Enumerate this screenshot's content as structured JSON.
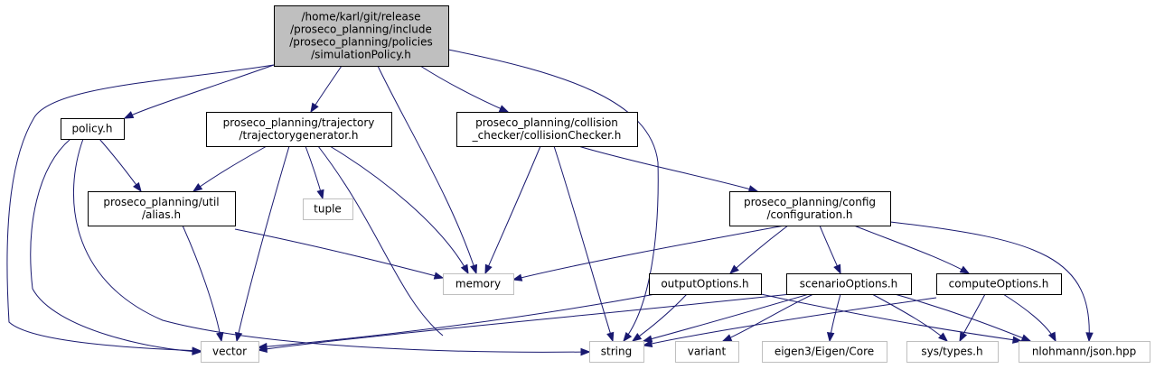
{
  "diagram": {
    "type": "include-dependency-graph",
    "colors": {
      "edge": "#191970",
      "root_fill": "#bfbfbf",
      "root_stroke": "#000000",
      "documented_stroke": "#000000",
      "external_stroke": "#bfbfbf",
      "node_fill": "#ffffff",
      "text": "#000000"
    },
    "nodes": [
      {
        "id": "root",
        "kind": "root",
        "lines": [
          "/home/karl/git/release",
          "/proseco_planning/include",
          "/proseco_planning/policies",
          "/simulationPolicy.h"
        ]
      },
      {
        "id": "policy",
        "kind": "documented",
        "lines": [
          "policy.h"
        ]
      },
      {
        "id": "trajgen",
        "kind": "documented",
        "lines": [
          "proseco_planning/trajectory",
          "/trajectorygenerator.h"
        ]
      },
      {
        "id": "collision",
        "kind": "documented",
        "lines": [
          "proseco_planning/collision",
          "_checker/collisionChecker.h"
        ]
      },
      {
        "id": "alias",
        "kind": "documented",
        "lines": [
          "proseco_planning/util",
          "/alias.h"
        ]
      },
      {
        "id": "tuple",
        "kind": "external",
        "lines": [
          "tuple"
        ]
      },
      {
        "id": "config",
        "kind": "documented",
        "lines": [
          "proseco_planning/config",
          "/configuration.h"
        ]
      },
      {
        "id": "memory",
        "kind": "external",
        "lines": [
          "memory"
        ]
      },
      {
        "id": "output",
        "kind": "documented",
        "lines": [
          "outputOptions.h"
        ]
      },
      {
        "id": "scenario",
        "kind": "documented",
        "lines": [
          "scenarioOptions.h"
        ]
      },
      {
        "id": "compute",
        "kind": "documented",
        "lines": [
          "computeOptions.h"
        ]
      },
      {
        "id": "vector",
        "kind": "external",
        "lines": [
          "vector"
        ]
      },
      {
        "id": "string",
        "kind": "external",
        "lines": [
          "string"
        ]
      },
      {
        "id": "variant",
        "kind": "external",
        "lines": [
          "variant"
        ]
      },
      {
        "id": "eigen",
        "kind": "external",
        "lines": [
          "eigen3/Eigen/Core"
        ]
      },
      {
        "id": "systypes",
        "kind": "external",
        "lines": [
          "sys/types.h"
        ]
      },
      {
        "id": "json",
        "kind": "external",
        "lines": [
          "nlohmann/json.hpp"
        ]
      }
    ],
    "edges": [
      {
        "from": "root",
        "to": "policy"
      },
      {
        "from": "root",
        "to": "vector"
      },
      {
        "from": "root",
        "to": "trajgen"
      },
      {
        "from": "root",
        "to": "memory"
      },
      {
        "from": "root",
        "to": "collision"
      },
      {
        "from": "root",
        "to": "string"
      },
      {
        "from": "policy",
        "to": "alias"
      },
      {
        "from": "policy",
        "to": "vector"
      },
      {
        "from": "policy",
        "to": "string"
      },
      {
        "from": "trajgen",
        "to": "alias"
      },
      {
        "from": "trajgen",
        "to": "tuple"
      },
      {
        "from": "trajgen",
        "to": "memory"
      },
      {
        "from": "trajgen",
        "to": "vector"
      },
      {
        "from": "trajgen",
        "to": "string"
      },
      {
        "from": "collision",
        "to": "memory"
      },
      {
        "from": "collision",
        "to": "string"
      },
      {
        "from": "collision",
        "to": "config"
      },
      {
        "from": "alias",
        "to": "memory"
      },
      {
        "from": "alias",
        "to": "vector"
      },
      {
        "from": "config",
        "to": "memory"
      },
      {
        "from": "config",
        "to": "output"
      },
      {
        "from": "config",
        "to": "scenario"
      },
      {
        "from": "config",
        "to": "compute"
      },
      {
        "from": "config",
        "to": "json"
      },
      {
        "from": "output",
        "to": "vector"
      },
      {
        "from": "output",
        "to": "string"
      },
      {
        "from": "output",
        "to": "json"
      },
      {
        "from": "scenario",
        "to": "vector"
      },
      {
        "from": "scenario",
        "to": "string"
      },
      {
        "from": "scenario",
        "to": "variant"
      },
      {
        "from": "scenario",
        "to": "eigen"
      },
      {
        "from": "scenario",
        "to": "systypes"
      },
      {
        "from": "scenario",
        "to": "json"
      },
      {
        "from": "compute",
        "to": "string"
      },
      {
        "from": "compute",
        "to": "systypes"
      },
      {
        "from": "compute",
        "to": "json"
      }
    ]
  }
}
